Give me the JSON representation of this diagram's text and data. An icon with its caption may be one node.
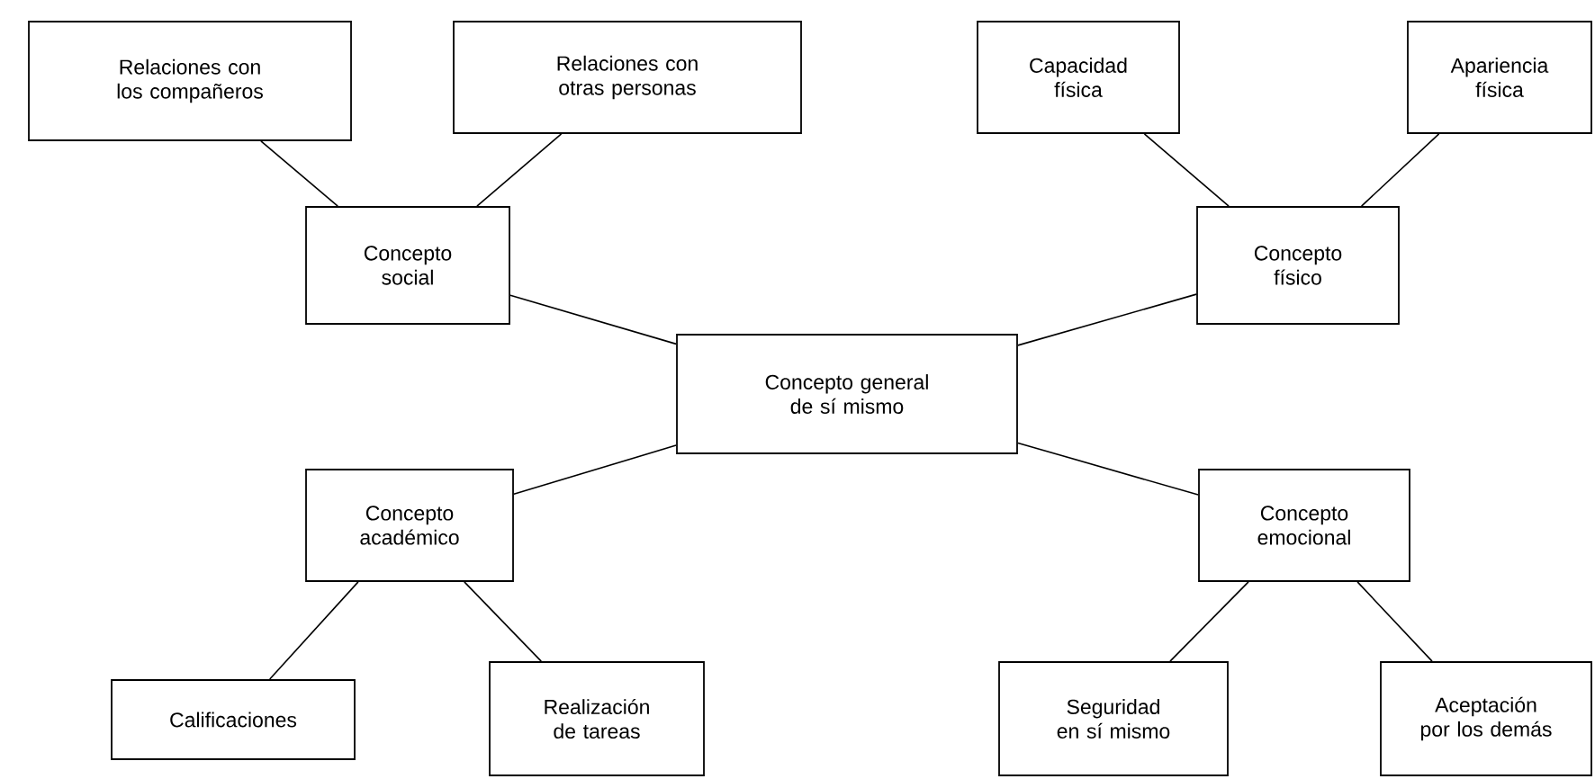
{
  "diagram": {
    "nodes": [
      {
        "text": [
          "Relaciones con los compañeros"
        ]
      },
      {
        "text": [
          "Relaciones con otras personas"
        ]
      },
      {
        "text": [
          "Capacidad física"
        ]
      },
      {
        "text": [
          "Apariencia física"
        ]
      },
      {
        "text": [
          "Concepto social"
        ]
      },
      {
        "text": [
          "Concepto físico"
        ]
      },
      {
        "text": [
          "Concepto general de sí mismo"
        ]
      },
      {
        "text": [
          "Concepto académico"
        ]
      },
      {
        "text": [
          "Concepto emocional"
        ]
      },
      {
        "text": [
          "Calificaciones"
        ]
      },
      {
        "text": [
          "Realización de tareas"
        ]
      },
      {
        "text": [
          "Seguridad en sí mismo"
        ]
      },
      {
        "text": [
          "Aceptación por los demás"
        ]
      }
    ],
    "edges": [
      {
        "from": 4,
        "to": 0,
        "arrow": "none"
      },
      {
        "from": 4,
        "to": 1,
        "arrow": "none"
      },
      {
        "from": 5,
        "to": 2,
        "arrow": "none"
      },
      {
        "from": 5,
        "to": 3,
        "arrow": "none"
      },
      {
        "from": 6,
        "to": 4,
        "arrow": "none"
      },
      {
        "from": 6,
        "to": 5,
        "arrow": "none"
      },
      {
        "from": 6,
        "to": 7,
        "arrow": "none"
      },
      {
        "from": 6,
        "to": 8,
        "arrow": "none"
      },
      {
        "from": 7,
        "to": 9,
        "arrow": "none"
      },
      {
        "from": 7,
        "to": 10,
        "arrow": "none"
      },
      {
        "from": 8,
        "to": 11,
        "arrow": "none"
      },
      {
        "from": 8,
        "to": 12,
        "arrow": "none"
      }
    ]
  }
}
